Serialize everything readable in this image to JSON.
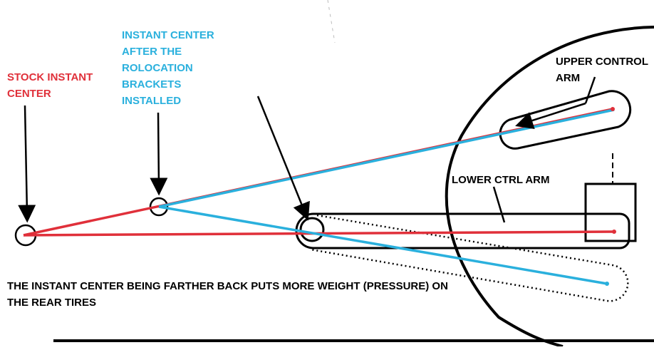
{
  "colors": {
    "stock": "#e0303a",
    "after": "#2ab0dd",
    "ink": "#000000"
  },
  "labels": {
    "stock_instant_center": "STOCK INSTANT\nCENTER",
    "instant_center_after": "INSTANT CENTER\nAFTER THE\nROLOCATION\nBRACKETS\nINSTALLED",
    "upper_control_arm": "UPPER CONTROL\nARM",
    "lower_ctrl_arm": "LOWER CTRL ARM",
    "caption": "THE INSTANT CENTER BEING FARTHER BACK PUTS MORE WEIGHT (PRESSURE) ON\nTHE REAR TIRES"
  }
}
